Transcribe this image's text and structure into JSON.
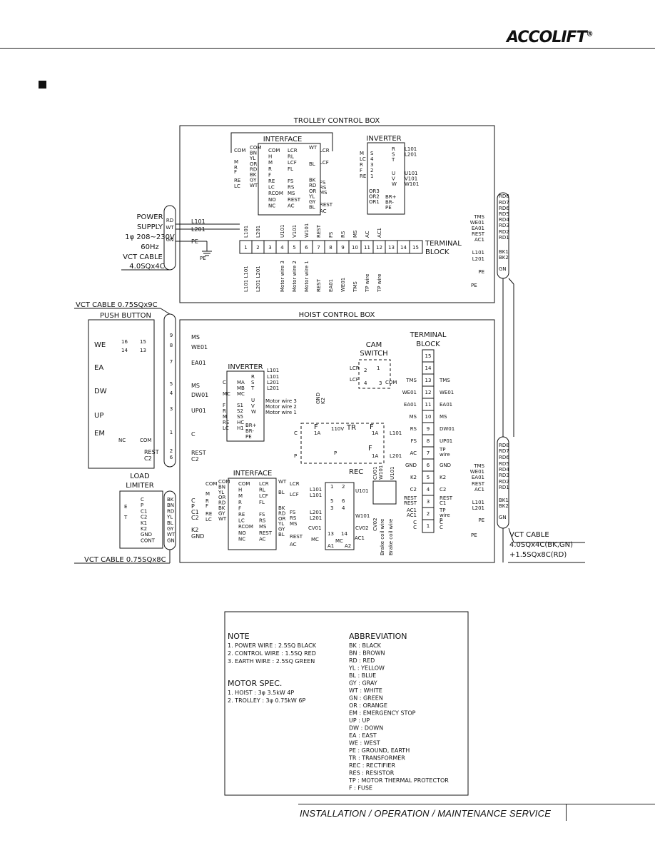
{
  "brand": {
    "logo": "ACCOLIFT",
    "mark": "®"
  },
  "footer": {
    "text": "INSTALLATION / OPERATION / MAINTENANCE SERVICE"
  },
  "diagram": {
    "trolley_box_title": "TROLLEY CONTROL BOX",
    "hoist_box_title": "HOIST CONTROL BOX",
    "interface_title": "INTERFACE",
    "inverter_title": "INVERTER",
    "terminal_block_title": [
      "TERMINAL",
      "BLOCK"
    ],
    "cam_switch_title": [
      "CAM",
      "SWITCH"
    ],
    "push_button_title": "PUSH BUTTON",
    "load_limiter_title": [
      "LOAD",
      "LIMITER"
    ],
    "power_supply": [
      "POWER",
      "SUPPLY",
      "1φ 208~230V",
      "60Hz",
      "VCT CABLE",
      "4.0SQx4C"
    ],
    "power_wires": [
      "RD",
      "WT",
      "GN"
    ],
    "power_conn": [
      "L101",
      "L201",
      "PE"
    ],
    "pe_label": "PE",
    "vct_cable_push": "VCT CABLE 0.75SQx9C",
    "vct_cable_load": "VCT CABLE 0.75SQx8C",
    "vct_cable_main": [
      "VCT CABLE",
      "4.0SQx4C(BK,GN)",
      "+1.5SQx8C(RD)"
    ],
    "trolley_interface_left": [
      "COM",
      "BN",
      "YL",
      "OR",
      "RD",
      "BK",
      "GY",
      "WT"
    ],
    "trolley_interface_in": [
      "COM",
      "H",
      "M",
      "R",
      "F",
      "RE",
      "LC",
      "RCOM",
      "NO",
      "NC"
    ],
    "trolley_interface_out": [
      "LCR",
      "RL",
      "LCF",
      "FL",
      "FS",
      "RS",
      "MS",
      "REST",
      "AC"
    ],
    "trolley_interface_right": [
      "WT",
      "BL",
      "BK",
      "RD",
      "OR",
      "YL",
      "GY",
      "BL"
    ],
    "trolley_interface_right_labels": [
      "LCR",
      "LCF",
      "FS",
      "RS",
      "MS",
      "REST",
      "AC"
    ],
    "trolley_interface_left_labels": [
      "COM",
      "M",
      "R",
      "F",
      "RE",
      "LC"
    ],
    "trolley_inverter_in": [
      "S",
      "4",
      "3",
      "2",
      "1"
    ],
    "trolley_inverter_in_labels": [
      "M",
      "LC",
      "R",
      "F",
      "RE"
    ],
    "trolley_inverter_power": [
      "R",
      "S",
      "T"
    ],
    "trolley_inverter_power_labels": [
      "L101",
      "L201"
    ],
    "trolley_inverter_out": [
      "U",
      "V",
      "W"
    ],
    "trolley_inverter_out_labels": [
      "U101",
      "V101",
      "W101"
    ],
    "trolley_inverter_relay": [
      "OR3",
      "OR2",
      "OR1"
    ],
    "trolley_inverter_brake": [
      "BR+",
      "BR-",
      "PE"
    ],
    "trolley_terminal_numbers": [
      "1",
      "2",
      "3",
      "4",
      "5",
      "6",
      "7",
      "8",
      "9",
      "10",
      "11",
      "12",
      "13",
      "14",
      "15"
    ],
    "trolley_terminal_top": [
      "L101",
      "L201",
      "",
      "U101",
      "V101",
      "W101",
      "REST",
      "FS",
      "RS",
      "MS",
      "AC",
      "AC1",
      "",
      "",
      ""
    ],
    "trolley_terminal_bottom": [
      "L101 L101",
      "L201 L201",
      "",
      "Motor wire 3",
      "Motor wire 2",
      "Motor wire 1",
      "REST",
      "EA01",
      "WE01",
      "TMS",
      "TP wire",
      "TP wire",
      "",
      "",
      ""
    ],
    "cable_right_top": [
      "RD8",
      "RD7",
      "RD6",
      "RD5",
      "RD4",
      "RD3",
      "RD2",
      "RD1",
      "BK1",
      "BK2",
      "GN"
    ],
    "cable_right_top_labels": [
      "TMS",
      "WE01",
      "EA01",
      "REST",
      "AC1",
      "L101",
      "L201",
      "PE"
    ],
    "push_switches": [
      "WE",
      "EA",
      "DW",
      "UP",
      "EM"
    ],
    "push_terminals": [
      "9",
      "8",
      "7",
      "5",
      "4",
      "3",
      "1",
      "2",
      "6"
    ],
    "push_signals": [
      "MS",
      "WE01",
      "EA01",
      "MS",
      "DW01",
      "UP01",
      "C",
      "REST",
      "C2"
    ],
    "push_contacts": [
      "16",
      "15",
      "14",
      "13",
      "NC",
      "COM"
    ],
    "hoist_inverter_in": [
      "MA",
      "MB",
      "MC",
      "S1",
      "S2",
      "S5",
      "HC",
      "H1"
    ],
    "hoist_inverter_in_labels": [
      "C",
      "MC",
      "F",
      "R",
      "M",
      "RE",
      "LC"
    ],
    "hoist_inverter_power": [
      "R",
      "S",
      "T"
    ],
    "hoist_inverter_power_labels": [
      "L101",
      "L101",
      "L201",
      "L201"
    ],
    "hoist_inverter_out": [
      "U",
      "V",
      "W"
    ],
    "hoist_motor_wires": [
      "Motor wire 3",
      "Motor wire 2",
      "Motor wire 1"
    ],
    "hoist_inverter_brake": [
      "BR+",
      "BR-",
      "PE"
    ],
    "gnd_k2": [
      "GND",
      "K2"
    ],
    "transformer": {
      "label": "TR",
      "fuse": "F",
      "rating": "1A",
      "voltage": "110V",
      "left": [
        "C",
        "P"
      ],
      "right": [
        "L101",
        "L201"
      ]
    },
    "cam_switch": [
      "LCR",
      "LCF",
      "COM",
      "1",
      "2",
      "3",
      "4"
    ],
    "hoist_terminal_numbers": [
      "15",
      "14",
      "13",
      "12",
      "11",
      "10",
      "9",
      "8",
      "7",
      "6",
      "5",
      "4",
      "3",
      "2",
      "1"
    ],
    "hoist_terminal_left": [
      "",
      "",
      "TMS",
      "WE01",
      "EA01",
      "MS",
      "RS",
      "FS",
      "AC",
      "GND",
      "K2",
      "C2",
      "REST REST",
      "AC1 AC1",
      "C C"
    ],
    "hoist_terminal_right": [
      "",
      "",
      "TMS",
      "WE01",
      "EA01",
      "MS",
      "DW01",
      "UP01",
      "TP wire",
      "GND",
      "K2",
      "C2",
      "REST C1",
      "TP wire P",
      "C C"
    ],
    "hoist_interface_left": [
      "COM",
      "BN",
      "YL",
      "OR",
      "RD",
      "BK",
      "GY",
      "WT"
    ],
    "hoist_interface_in": [
      "COM",
      "H",
      "M",
      "R",
      "F",
      "RE",
      "LC",
      "RCOM",
      "NO",
      "NC"
    ],
    "hoist_interface_out": [
      "LCR",
      "RL",
      "LCF",
      "FL",
      "FS",
      "RS",
      "MS",
      "REST",
      "AC"
    ],
    "hoist_interface_right": [
      "WT",
      "BL",
      "BK",
      "RD",
      "OR",
      "YL",
      "GY",
      "BL"
    ],
    "hoist_interface_right_labels": [
      "LCR",
      "LCF",
      "FS",
      "RS",
      "MS",
      "REST",
      "AC"
    ],
    "hoist_interface_left_labels": [
      "COM",
      "M",
      "R",
      "F",
      "RE",
      "LC"
    ],
    "rec_label": "REC",
    "rec_wires": [
      "CV01",
      "W101",
      "U101",
      "CV02"
    ],
    "brake_coil": [
      "Brake coil wire",
      "Brake coil wire"
    ],
    "contactor": [
      "L101",
      "L101",
      "L201",
      "L201",
      "CV01",
      "MC",
      "U101",
      "W101",
      "CV02",
      "AC1",
      "A1",
      "A2",
      "MC"
    ],
    "contactor_numbers": [
      "1",
      "2",
      "3",
      "4",
      "5",
      "6",
      "13",
      "14"
    ],
    "load_limiter_in": [
      "C",
      "P",
      "C1",
      "C2",
      "K1",
      "K2",
      "GND",
      "CONT"
    ],
    "load_limiter_wires": [
      "BK",
      "BN",
      "RD",
      "YL",
      "BL",
      "GY",
      "WT",
      "GN"
    ],
    "load_limiter_out": [
      "C",
      "P",
      "C1",
      "C2",
      "K2",
      "GND"
    ],
    "load_limiter_side": [
      "E",
      "T"
    ],
    "cable_right_bottom": [
      "RD8",
      "RD7",
      "RD6",
      "RD5",
      "RD4",
      "RD3",
      "RD2",
      "RD1",
      "BK1",
      "BK2",
      "GN"
    ],
    "cable_right_bottom_labels": [
      "TMS",
      "WE01",
      "EA01",
      "REST",
      "AC1",
      "L101",
      "L201",
      "PE"
    ]
  },
  "notes": {
    "note_title": "NOTE",
    "note_items": [
      "1. POWER WIRE : 2.5SQ BLACK",
      "2. CONTROL WIRE : 1.5SQ RED",
      "3. EARTH WIRE : 2.5SQ GREEN"
    ],
    "motor_title": "MOTOR SPEC.",
    "motor_items": [
      "1. HOIST : 3φ 3.5kW 4P",
      "2. TROLLEY : 3φ 0.75kW 6P"
    ],
    "abbr_title": "ABBREVIATION",
    "abbr_items": [
      "BK : BLACK",
      "BN : BROWN",
      "RD : RED",
      "YL : YELLOW",
      "BL : BLUE",
      "GY : GRAY",
      "WT : WHITE",
      "GN : GREEN",
      "OR : ORANGE",
      "EM : EMERGENCY STOP",
      "UP : UP",
      "DW : DOWN",
      "EA : EAST",
      "WE : WEST",
      "PE : GROUND, EARTH",
      "TR : TRANSFORMER",
      "REC : RECTIFIER",
      "RES : RESISTOR",
      "TP : MOTOR THERMAL PROTECTOR",
      "F : FUSE"
    ]
  }
}
